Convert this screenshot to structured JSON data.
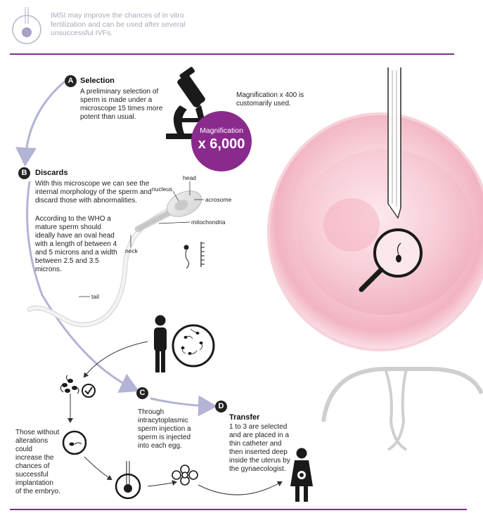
{
  "intro": {
    "text": "IMSI may improve the chances of in vitro fertilization and can be used after several unsuccessful IVFs."
  },
  "steps": {
    "a": {
      "letter": "A",
      "title": "Selection",
      "text": "A preliminary selection of sperm is made under a microscope 15 times more potent than usual."
    },
    "b": {
      "letter": "B",
      "title": "Discards",
      "text1": "With this microscope we can see the internal morphology of the sperm and discard those with abnormalities.",
      "text2": "According to the WHO a mature sperm should ideally have an oval head with a length of between 4 and 5 microns and a width between 2.5 and 3.5 microns."
    },
    "c": {
      "letter": "C",
      "text": "Through intracytoplasmic sperm injection a sperm is injected into each egg."
    },
    "d": {
      "letter": "D",
      "title": "Transfer",
      "text": "1 to 3 are selected and are placed in a thin catheter and then inserted deep inside the uterus by the gynaecologist."
    }
  },
  "magnification": {
    "note": "Magnification x 400 is customarily used.",
    "label": "Magnification",
    "value": "x 6,000"
  },
  "sperm_labels": {
    "head": "head",
    "nucleus": "nucleus",
    "acrosome": "acrosome",
    "mitochondria": "mitochondria",
    "neck": "neck",
    "tail": "tail"
  },
  "outcome": {
    "text": "Those without alterations could increase the chances of successful implantation of the embryo."
  },
  "colors": {
    "accent": "#7b2d8b",
    "magnification_circle": "#8b2a8d",
    "arrow": "#b3b3d6",
    "egg_pink": "#f5b8c6"
  }
}
